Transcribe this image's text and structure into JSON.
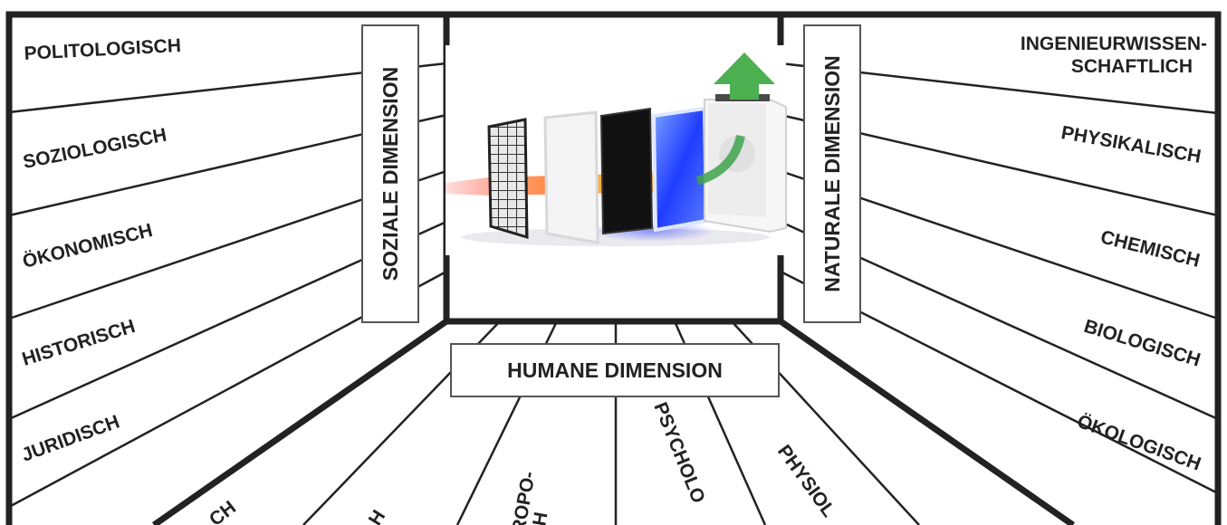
{
  "social": {
    "title": "SOZIALE DIMENSION",
    "labels": [
      "POLITOLOGISCH",
      "SOZIOLOGISCH",
      "ÖKONOMISCH",
      "HISTORISCH",
      "JURIDISCH"
    ]
  },
  "natural": {
    "title": "NATURALE DIMENSION",
    "label_line1": "INGENIEURWISSEN-",
    "label_line2": "SCHAFTLICH",
    "labels": [
      "PHYSIKALISCH",
      "CHEMISCH",
      "BIOLOGISCH",
      "ÖKOLOGISCH"
    ]
  },
  "human": {
    "title": "HUMANE DIMENSION",
    "partial_labels": [
      "CH",
      "H",
      "ROPO-",
      "H",
      "PSYCHOLO",
      "PHYSIOL"
    ]
  },
  "photo": {
    "arrow_color": "#4caf50",
    "filter_colors": [
      "#2a2a2a",
      "#f2f2f2",
      "#111111",
      "#2a4cff"
    ]
  }
}
